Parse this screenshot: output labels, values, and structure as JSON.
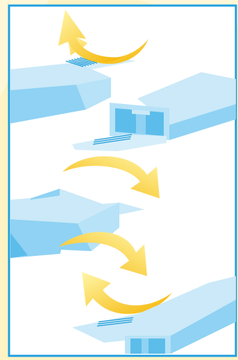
{
  "colors": {
    "background": "#fdf3c4",
    "frame": "#1e9fe0",
    "panel": "#ffffff",
    "box_top": "#cbe9f8",
    "box_side": "#8fd2f3",
    "box_front": "#b7e2f7",
    "box_dark": "#5cbdea",
    "vent_lines": "#1a9ad8",
    "arrow_light": "#fff3a0",
    "arrow_dark": "#f5b400"
  },
  "icons": [
    "curved-arrow-icon",
    "curved-arrow-icon",
    "curved-arrow-icon",
    "curved-arrow-icon"
  ],
  "steps": [
    {
      "name": "step-1-stacked-box"
    },
    {
      "name": "step-2-open-box"
    },
    {
      "name": "step-3-flat-box"
    },
    {
      "name": "step-4-open-box"
    }
  ]
}
